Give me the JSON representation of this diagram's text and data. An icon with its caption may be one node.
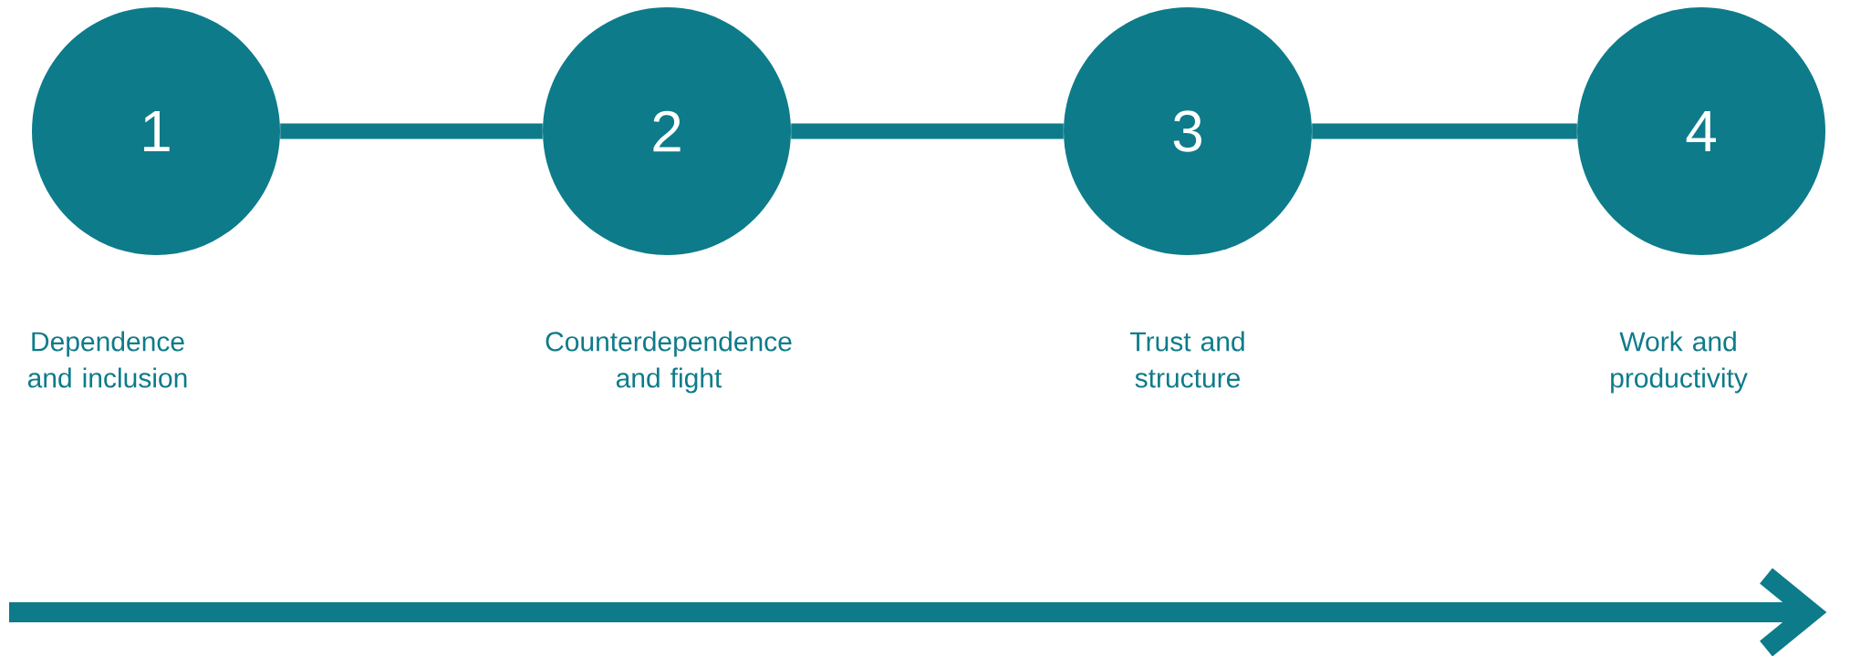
{
  "diagram": {
    "nodes": [
      {
        "text": [
          "1"
        ],
        "beside": [
          "Dependence and inclusion"
        ]
      },
      {
        "text": [
          "2"
        ],
        "beside": [
          "Counterdependence and fight"
        ]
      },
      {
        "text": [
          "3"
        ],
        "beside": [
          "Trust and structure"
        ]
      },
      {
        "text": [
          "4"
        ],
        "beside": [
          "Work and productivity"
        ]
      }
    ],
    "edges": [
      {
        "from": 0,
        "to": 1,
        "arrow": "none"
      },
      {
        "from": 1,
        "to": 2,
        "arrow": "none"
      },
      {
        "from": 2,
        "to": 3,
        "arrow": "none"
      }
    ]
  }
}
